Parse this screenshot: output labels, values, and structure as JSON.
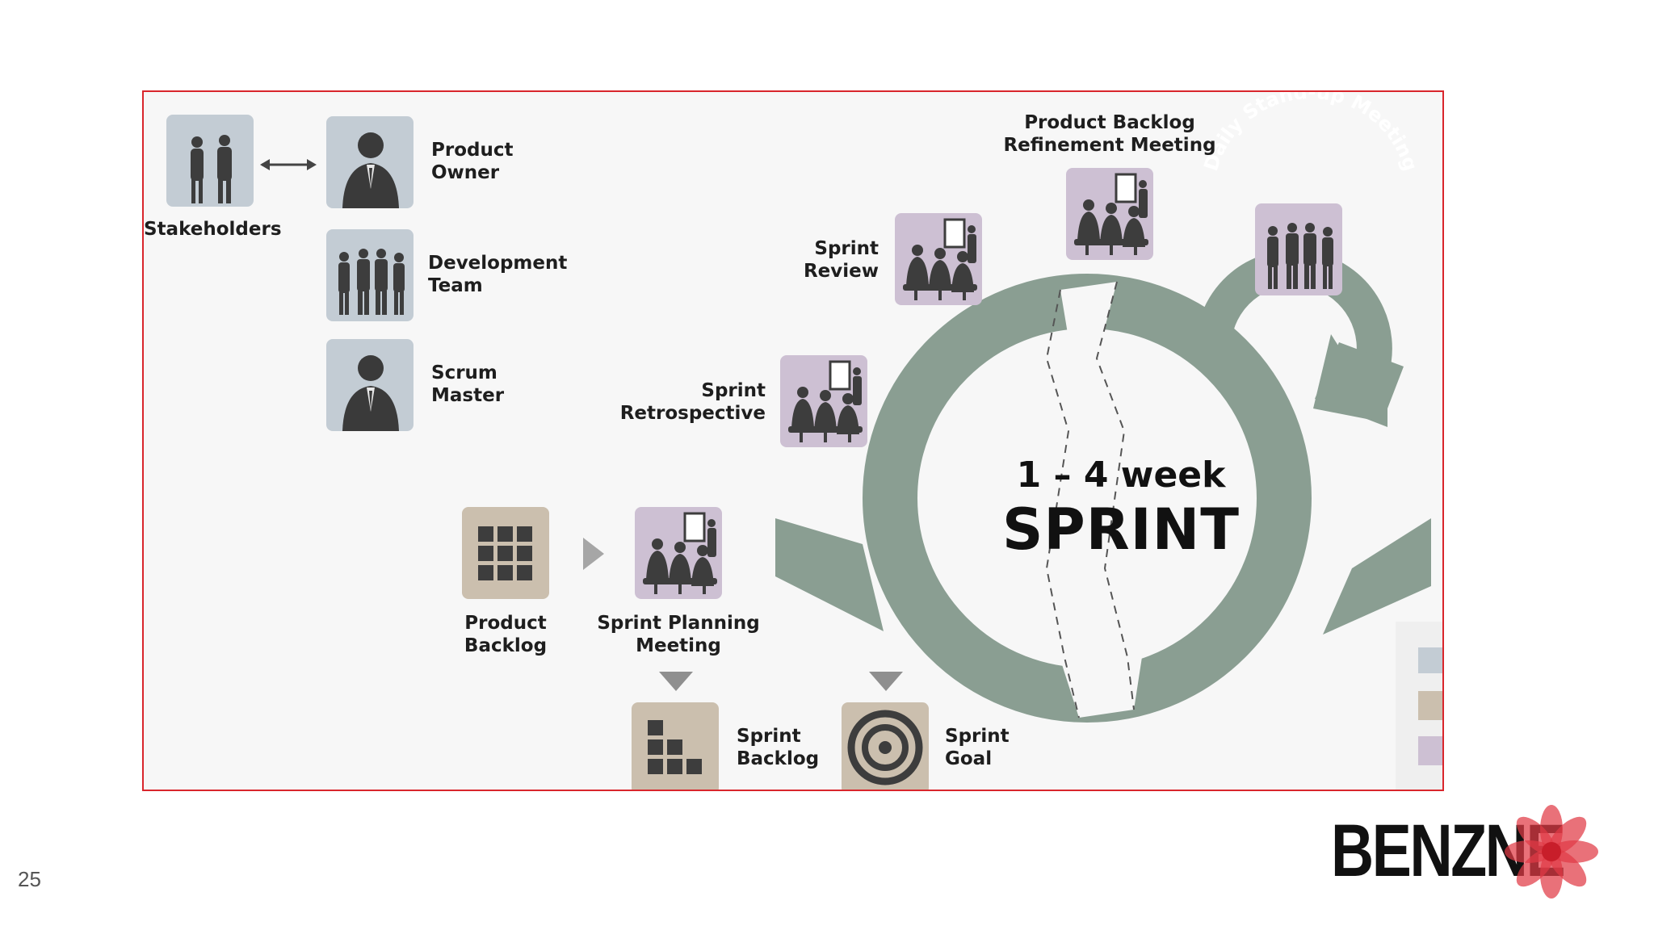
{
  "roles": {
    "stakeholders": "Stakeholders",
    "product_owner": [
      "Product",
      "Owner"
    ],
    "development_team": [
      "Development",
      "Team"
    ],
    "scrum_master": [
      "Scrum",
      "Master"
    ]
  },
  "artifacts": {
    "product_backlog": [
      "Product",
      "Backlog"
    ],
    "sprint_backlog": [
      "Sprint",
      "Backlog"
    ],
    "sprint_goal": [
      "Sprint",
      "Goal"
    ]
  },
  "events": {
    "sprint_planning": [
      "Sprint Planning",
      "Meeting"
    ],
    "sprint_review": [
      "Sprint",
      "Review"
    ],
    "sprint_retrospective": [
      "Sprint",
      "Retrospective"
    ],
    "backlog_refinement": [
      "Product Backlog",
      "Refinement Meeting"
    ],
    "daily_standup": "Daily Stand-up Meeting"
  },
  "sprint": {
    "duration": "1 – 4 week",
    "label": "SPRINT"
  },
  "colors": {
    "cycle": "#8a9e92",
    "role_tile": "#c3ccd4",
    "artifact_tile": "#cbbfae",
    "event_tile": "#cdc0d3",
    "frame_border": "#d9262c",
    "logo_accent": "#e03a45"
  },
  "footer": {
    "page_number": "25",
    "logo_text": "BENZNE"
  }
}
